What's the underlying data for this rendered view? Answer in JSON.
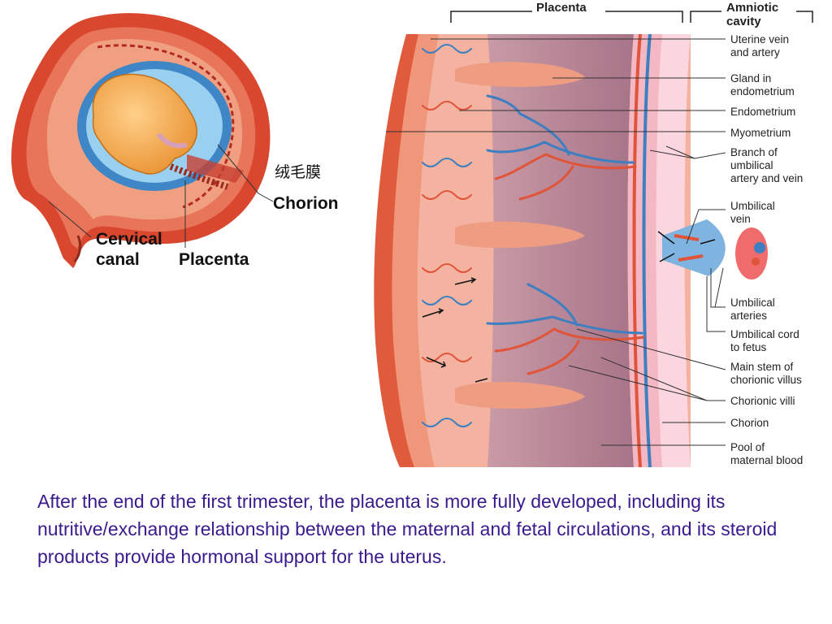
{
  "left_figure": {
    "annotation_cn": "绒毛膜",
    "chorion": "Chorion",
    "cervical_canal": [
      "Cervical",
      "canal"
    ],
    "placenta": "Placenta"
  },
  "right_figure": {
    "header_placenta": "Placenta",
    "header_amniotic": [
      "Amniotic",
      "cavity"
    ],
    "labels": {
      "uterine_vein": [
        "Uterine vein",
        "and artery"
      ],
      "gland": [
        "Gland in",
        "endometrium"
      ],
      "endometrium": [
        "Endometrium"
      ],
      "myometrium": [
        "Myometrium"
      ],
      "branch": [
        "Branch of",
        "umbilical",
        "artery and vein"
      ],
      "umbilical_vein": [
        "Umbilical",
        "vein"
      ],
      "umbilical_arteries": [
        "Umbilical",
        "arteries"
      ],
      "umbilical_cord": [
        "Umbilical cord",
        "to fetus"
      ],
      "main_stem": [
        "Main stem of",
        "chorionic villus"
      ],
      "chorionic_villi": [
        "Chorionic villi"
      ],
      "chorion": [
        "Chorion"
      ],
      "pool": [
        "Pool of",
        "maternal blood"
      ]
    }
  },
  "caption": "After the end of the first trimester, the placenta is more fully developed, including its nutritive/exchange relationship between the maternal and fetal circulations, and its steroid products provide hormonal support for the uterus."
}
